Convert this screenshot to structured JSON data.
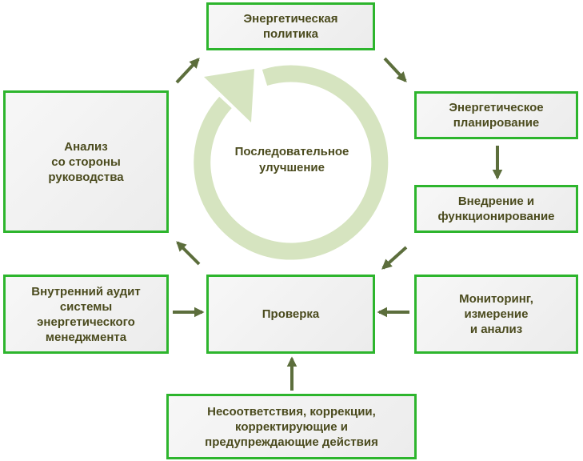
{
  "center": "Последовательное\nулучшение",
  "boxes": {
    "policy": "Энергетическая\nполитика",
    "planning": "Энергетическое\nпланирование",
    "implementation": "Внедрение и\nфункционирование",
    "monitoring": "Мониторинг,\nизмерение\nи анализ",
    "check": "Проверка",
    "audit": "Внутренний аудит\nсистемы\nэнергетического\nменеджмента",
    "review": "Анализ\nсо стороны\nруководства",
    "nonconformities": "Несоответствия, коррекции,\nкорректирующие и\nпредупреждающие действия"
  },
  "colors": {
    "border": "#2db52d",
    "text": "#4b4b1e",
    "arrow": "#5c6e3c",
    "cycle": "#d6e4c0"
  }
}
